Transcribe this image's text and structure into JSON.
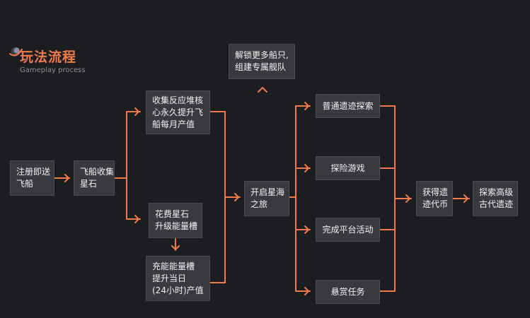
{
  "header": {
    "title": "玩法流程",
    "subtitle": "Gameplay process"
  },
  "colors": {
    "accent": "#f07a4a",
    "node_bg": "#393a3f",
    "background": "#1c1d21"
  },
  "nodes": {
    "register": "注册即送\n飞船",
    "collect_stones": "飞船收集\n星石",
    "reactor": "收集反应堆核\n心永久提升飞\n船每月产值",
    "spend_stones": "花费星石\n升级能量槽",
    "charge_slot": "充能能量槽\n提升当日\n(24小时)产值",
    "start_voyage": "开启星海\n之旅",
    "unlock_ships": "解锁更多船只,\n组建专属舰队",
    "normal_explore": "普通遗迹探索",
    "adventure_game": "探险游戏",
    "platform_tasks": "完成平台活动",
    "bounty": "悬赏任务",
    "earn_coin": "获得遗\n迹代币",
    "advanced_explore": "探索高级\n古代遗迹"
  }
}
